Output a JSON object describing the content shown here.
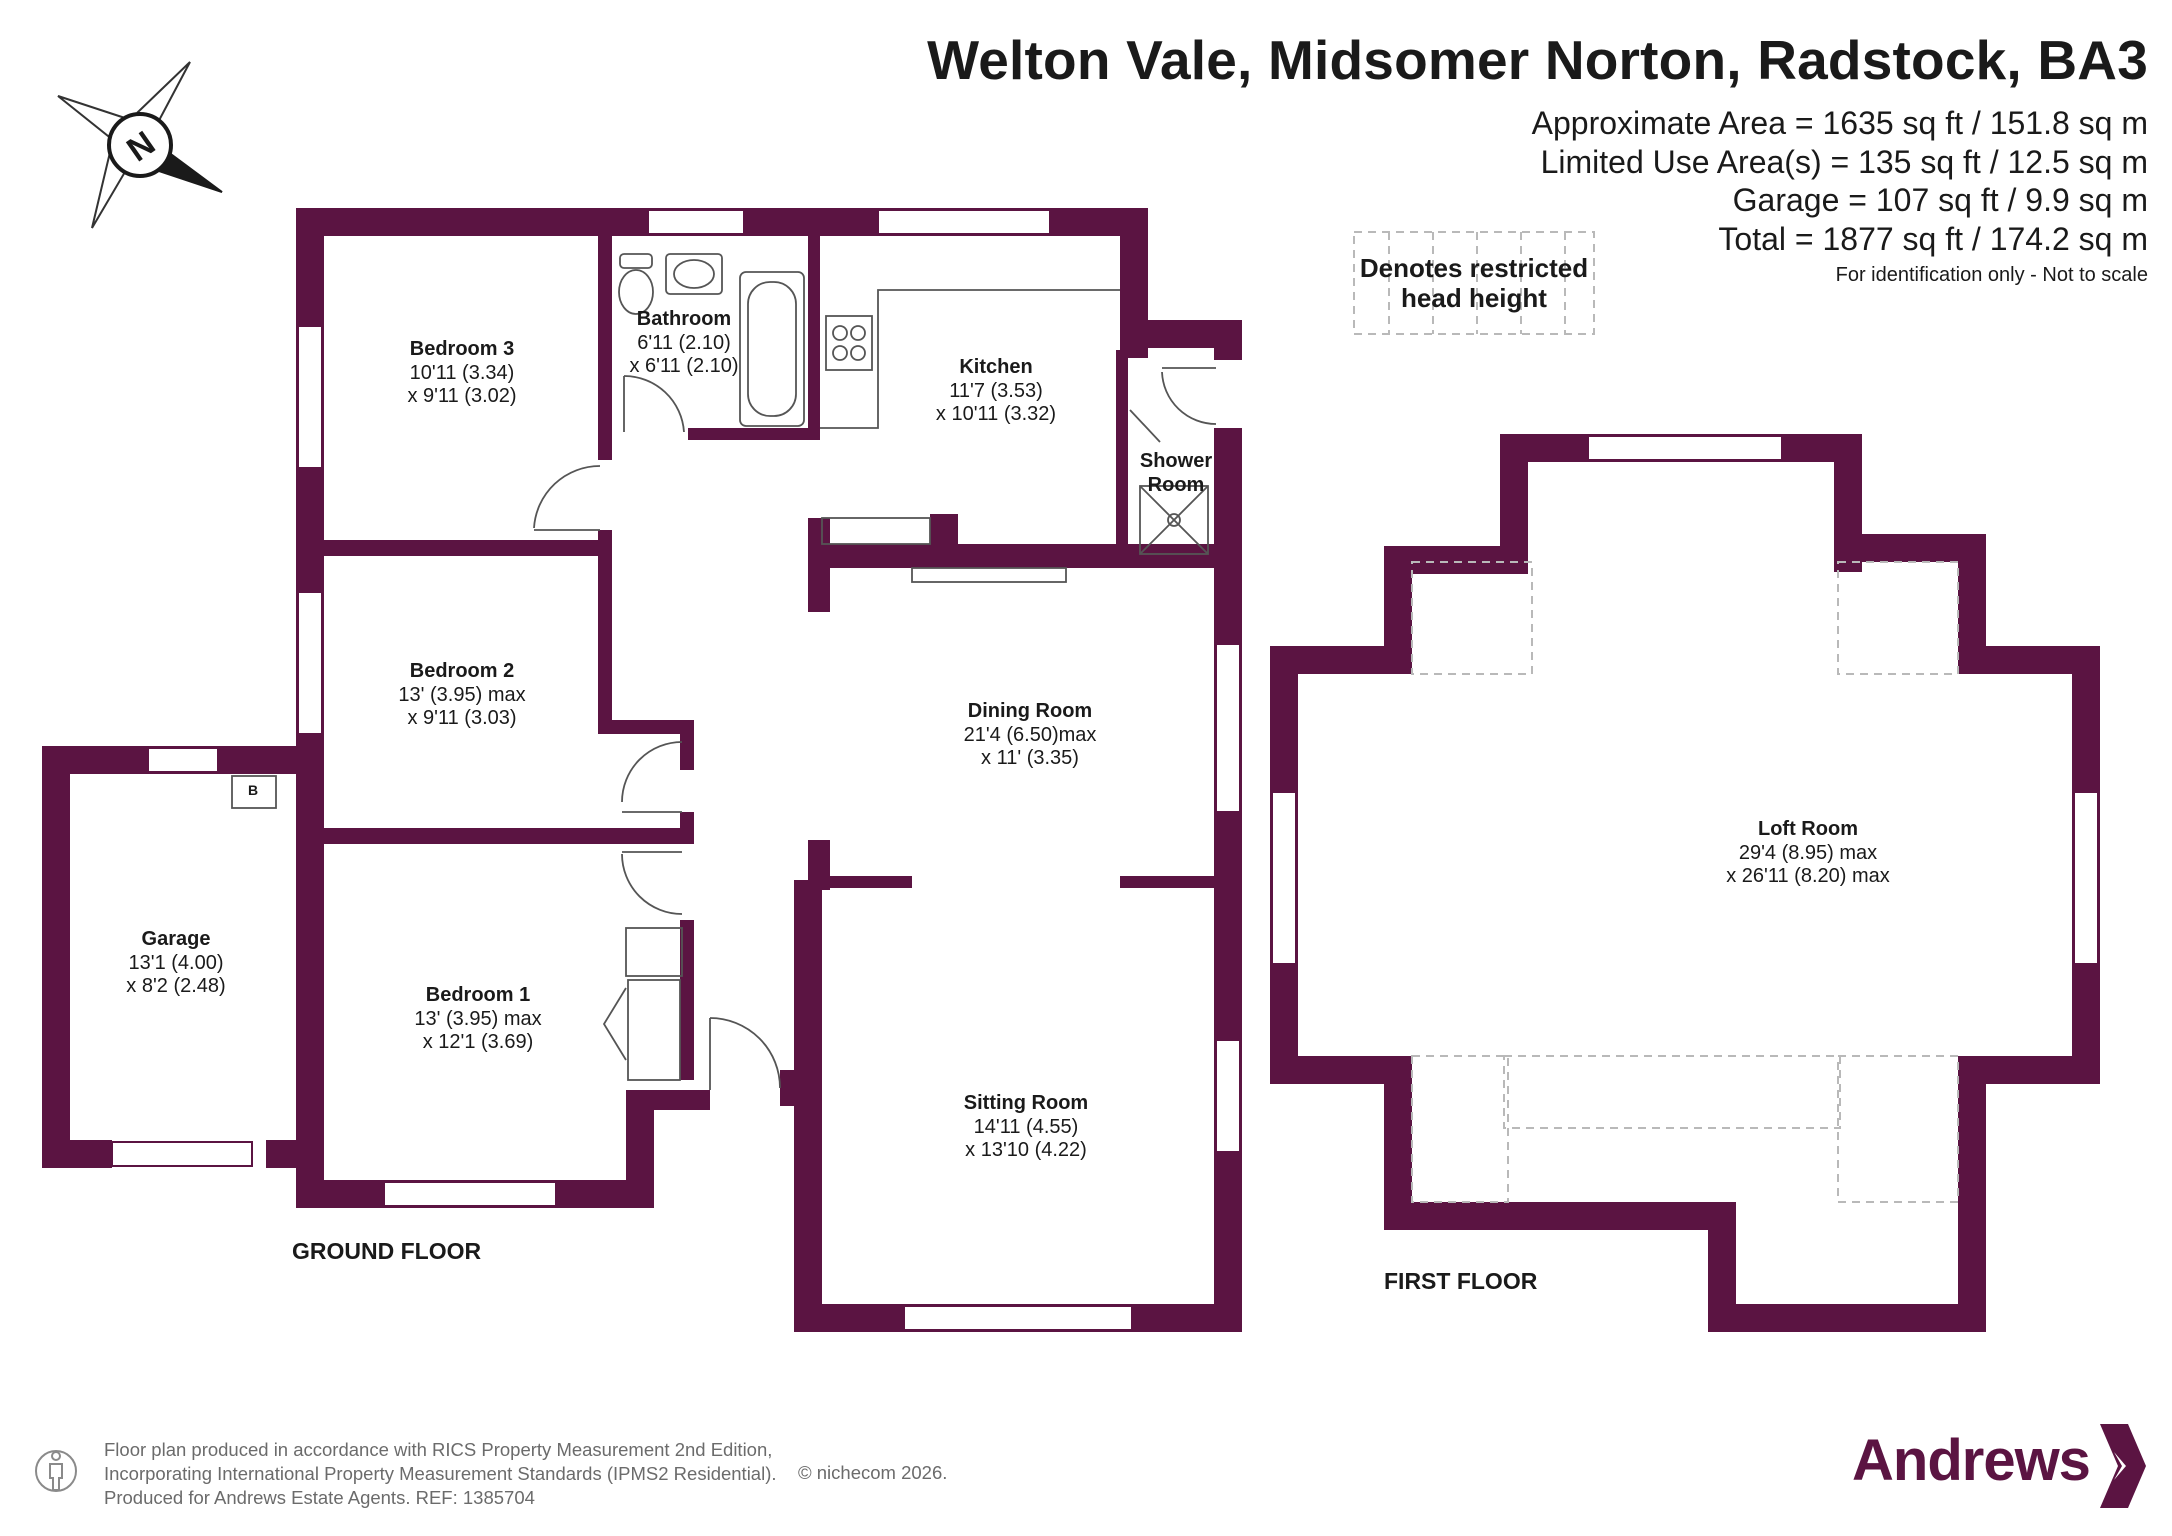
{
  "header": {
    "title": "Welton Vale, Midsomer Norton, Radstock, BA3",
    "area_lines": [
      "Approximate Area = 1635 sq ft / 151.8 sq m",
      "Limited Use Area(s) = 135 sq ft / 12.5 sq m",
      "Garage = 107 sq ft / 9.9 sq m",
      "Total = 1877 sq ft / 174.2 sq m"
    ],
    "note": "For identification only - Not to scale"
  },
  "legend": {
    "line1": "Denotes restricted",
    "line2": "head height"
  },
  "compass": {
    "letter": "N"
  },
  "colors": {
    "wall": "#5b1442",
    "dash": "#b9b9b9",
    "window": "#ffffff",
    "fixture": "#555555",
    "brand": "#5b1442"
  },
  "floors": {
    "ground": "GROUND FLOOR",
    "first": "FIRST FLOOR"
  },
  "rooms": {
    "bedroom3": {
      "name": "Bedroom 3",
      "dim1": "10'11 (3.34)",
      "dim2": "x 9'11 (3.02)"
    },
    "bathroom": {
      "name": "Bathroom",
      "dim1": "6'11 (2.10)",
      "dim2": "x 6'11 (2.10)"
    },
    "kitchen": {
      "name": "Kitchen",
      "dim1": "11'7 (3.53)",
      "dim2": "x 10'11 (3.32)"
    },
    "shower": {
      "name1": "Shower",
      "name2": "Room"
    },
    "bedroom2": {
      "name": "Bedroom 2",
      "dim1": "13' (3.95) max",
      "dim2": "x 9'11 (3.03)"
    },
    "dining": {
      "name": "Dining Room",
      "dim1": "21'4 (6.50)max",
      "dim2": "x 11' (3.35)"
    },
    "garage": {
      "name": "Garage",
      "dim1": "13'1 (4.00)",
      "dim2": "x 8'2 (2.48)"
    },
    "bedroom1": {
      "name": "Bedroom 1",
      "dim1": "13' (3.95) max",
      "dim2": "x 12'1 (3.69)"
    },
    "sitting": {
      "name": "Sitting Room",
      "dim1": "14'11 (4.55)",
      "dim2": "x 13'10 (4.22)"
    },
    "loft": {
      "name": "Loft Room",
      "dim1": "29'4 (8.95) max",
      "dim2": "x 26'11 (8.20) max"
    },
    "boiler": {
      "label": "B"
    }
  },
  "footer": {
    "line1": "Floor plan produced in accordance with RICS Property Measurement 2nd Edition,",
    "line2": "Incorporating International Property Measurement Standards (IPMS2 Residential).",
    "line3": "Produced for Andrews Estate Agents.   REF: 1385704",
    "copyright": "© nichecom 2026."
  },
  "brand": {
    "name": "Andrews"
  }
}
